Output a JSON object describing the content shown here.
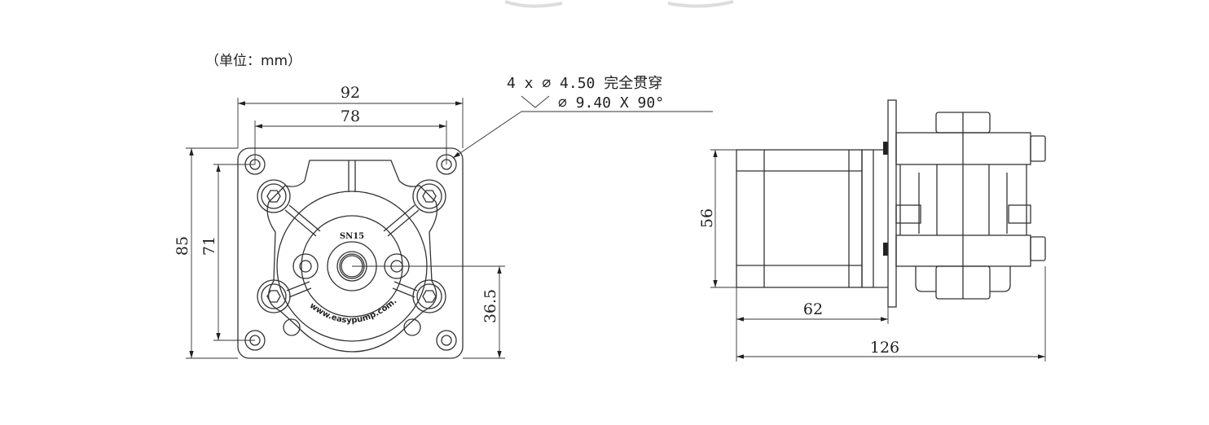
{
  "unit_label": "（单位：mm）",
  "callout": {
    "line1": "4 x ∅ 4.50 完全贯穿",
    "line2": "∅ 9.40 X 90°"
  },
  "front_view": {
    "dims": {
      "width_outer": "92",
      "width_holes": "78",
      "height_outer": "85",
      "height_holes": "71",
      "center_height": "36.5"
    },
    "model_label": "SN15",
    "website": "www.easypump.com.cn"
  },
  "side_view": {
    "dims": {
      "motor_height": "56",
      "motor_length": "62",
      "total_length": "126"
    }
  }
}
